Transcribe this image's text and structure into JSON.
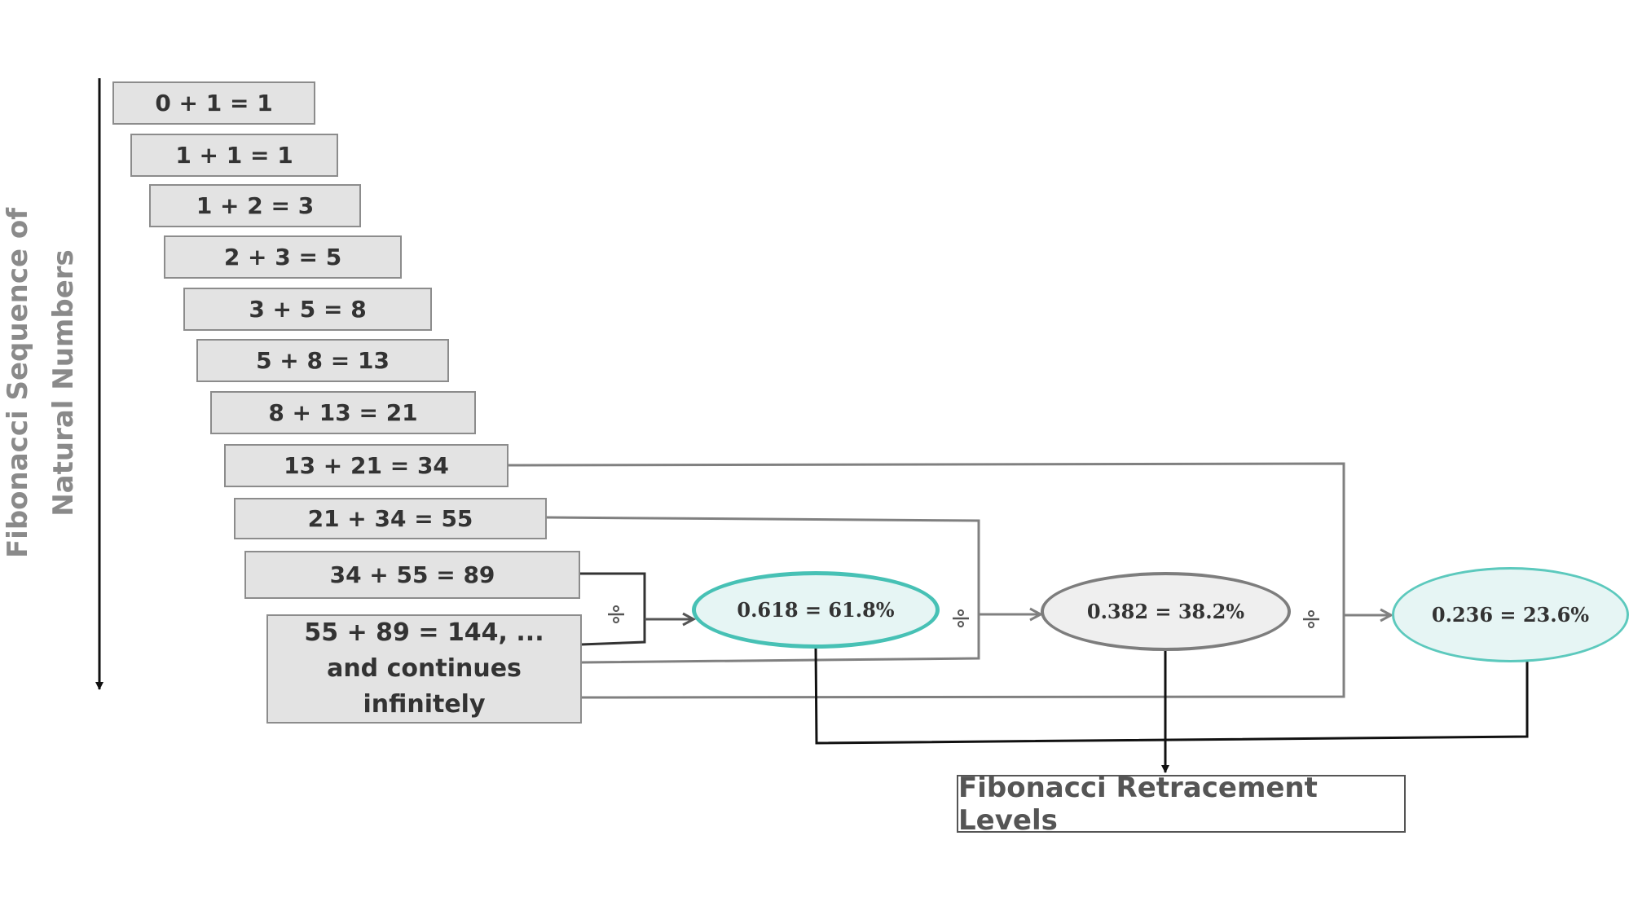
{
  "vertical_title": "Fibonacci Sequence of Natural Numbers",
  "sequence": [
    "0 + 1 = 1",
    "1 + 1 = 1",
    "1 + 2 = 3",
    "2 + 3 = 5",
    "3 + 5 = 8",
    "5 + 8 = 13",
    "8 + 13 = 21",
    "13 + 21 = 34",
    "21 + 34 = 55",
    "34 + 55 = 89"
  ],
  "sequence_last": "55 + 89 = 144, ... and continues infinitely",
  "ratios": [
    {
      "label": "0.618 = 61.8%",
      "style": "teal"
    },
    {
      "label": "0.382 = 38.2%",
      "style": "gray"
    },
    {
      "label": "0.236 = 23.6%",
      "style": "teal"
    }
  ],
  "operator_icon": "divide-icon",
  "result_label": "Fibonacci Retracement Levels",
  "colors": {
    "box_fill": "#e3e3e3",
    "box_border": "#8c8c8c",
    "teal_border": "#47c1b5",
    "gray_border": "#7d7d7d",
    "connector": "#808080",
    "result_connector": "#111111"
  }
}
